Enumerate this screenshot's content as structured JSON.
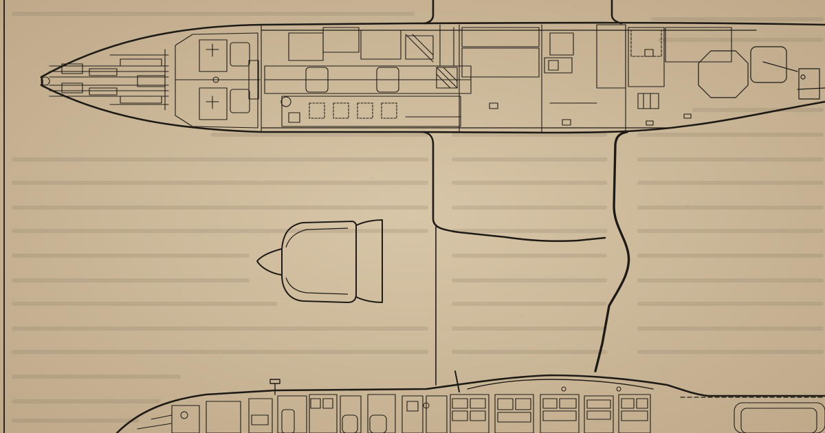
{
  "palette": {
    "paper": "#cdb99a",
    "paper_light": "#d8c6a8",
    "ink": "#1e1a15",
    "ink_soft": "#3b342b",
    "bleed_text": "#6f6251"
  },
  "drawing": {
    "views": [
      "plan-view-fuselage",
      "engine-nacelle",
      "side-view-fuselage"
    ]
  }
}
